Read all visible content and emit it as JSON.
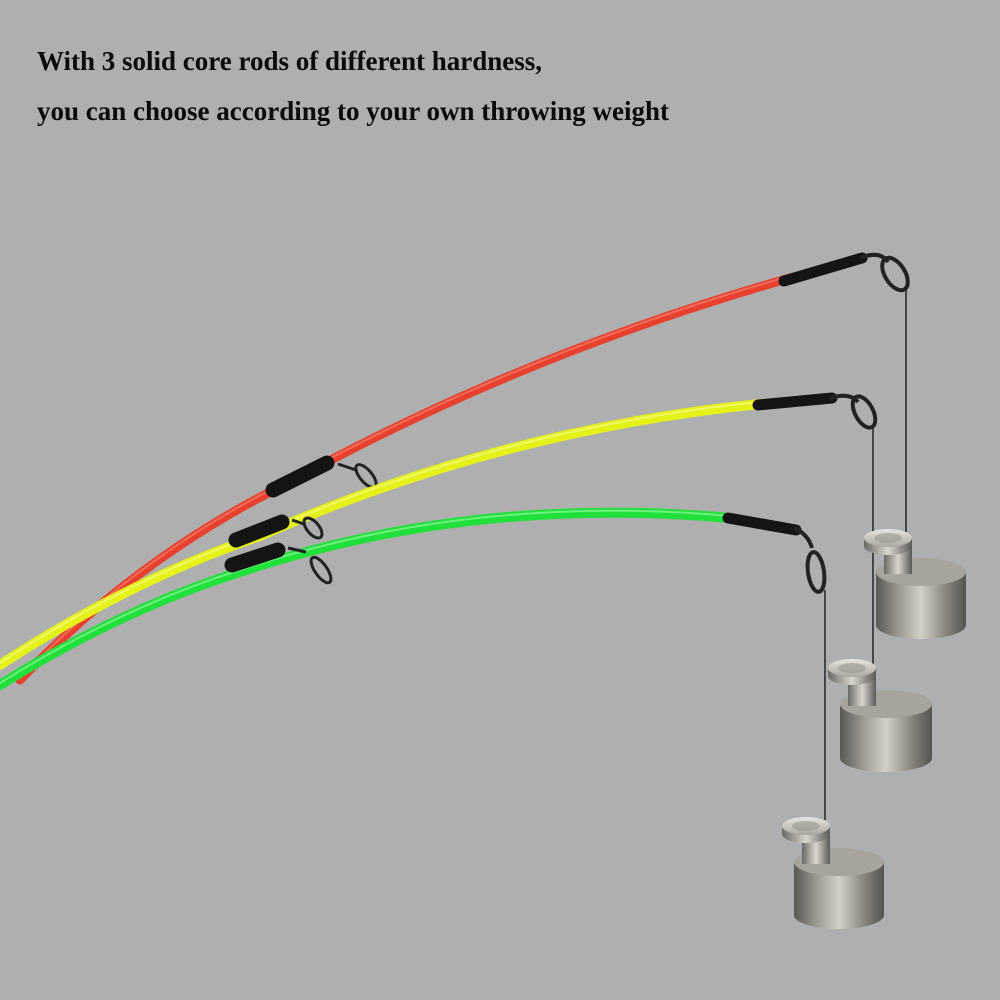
{
  "caption": {
    "line1": "With 3 solid core rods of different hardness,",
    "line2": "you can choose according to your own throwing weight"
  },
  "colors": {
    "background": "#afafaf",
    "caption_text": "#0a0a0a",
    "rod_red": "#e8402e",
    "rod_yellow": "#e4f21a",
    "rod_green": "#22e03c",
    "rod_wrap": "#141414",
    "line": "#1a1a1a",
    "weight_metal": "#8a8780"
  },
  "scene": {
    "rod_count": 3,
    "rod_colors": [
      "red",
      "yellow",
      "green"
    ],
    "weight_count": 3
  }
}
